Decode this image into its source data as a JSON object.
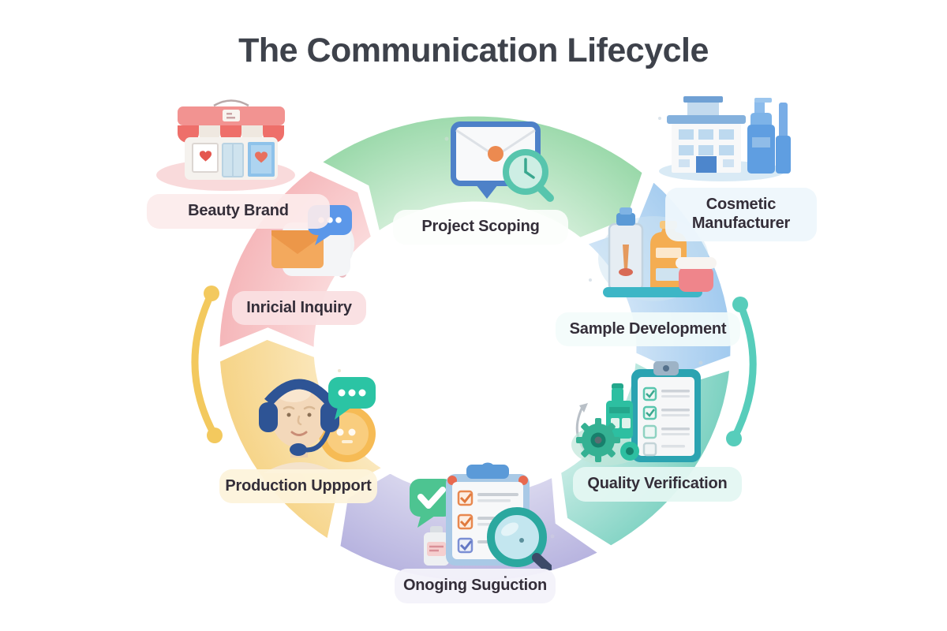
{
  "title": "The Communication Lifecycle",
  "stages": [
    {
      "name": "beauty-brand",
      "label": "Beauty Brand",
      "icon": "storefront-icon"
    },
    {
      "name": "project-scoping",
      "label": "Project Scoping",
      "icon": "envelope-clock-magnifier-icon"
    },
    {
      "name": "cosmetic-manufacturer",
      "label": "Cosmetic Manufacturer",
      "icon": "factory-bottles-icon"
    },
    {
      "name": "initial-inquiry",
      "label": "Inricial Inquiry",
      "icon": "envelope-chat-icon"
    },
    {
      "name": "sample-development",
      "label": "Sample Development",
      "icon": "cosmetic-samples-icon"
    },
    {
      "name": "production-support",
      "label": "Production Uppport",
      "icon": "support-agent-headset-icon"
    },
    {
      "name": "quality-verification",
      "label": "Quality Verification",
      "icon": "clipboard-gears-icon"
    },
    {
      "name": "ongoing-support",
      "label": "Onoging Sugu̇ction",
      "icon": "clipboard-magnifier-icon"
    }
  ],
  "ring": {
    "segments": [
      {
        "name": "pink-beauty",
        "color": "#f5b7ba",
        "color_light": "#fbdcdd",
        "start": 270,
        "end": 320
      },
      {
        "name": "green-scoping",
        "color": "#93d6a4",
        "color_light": "#d2eed8",
        "start": 323,
        "end": 401
      },
      {
        "name": "blue-manufacturer",
        "color": "#a3cbef",
        "color_light": "#d3e6f7",
        "start": 404,
        "end": 452
      },
      {
        "name": "teal-quality",
        "color": "#7ed2c2",
        "color_light": "#c8ece5",
        "start": 455,
        "end": 508
      },
      {
        "name": "purple-ongoing",
        "color": "#b2aedd",
        "color_light": "#d9d7ee",
        "start": 511,
        "end": 572
      },
      {
        "name": "yellow-production",
        "color": "#f6d488",
        "color_light": "#fbe9c0",
        "start": 575,
        "end": 627
      }
    ],
    "accent_left_color": "#f3c95e",
    "accent_right_color": "#57cdbb"
  },
  "colors": {
    "title_text": "#3e424b",
    "label_text": "#342e39",
    "background": "#ffffff"
  }
}
